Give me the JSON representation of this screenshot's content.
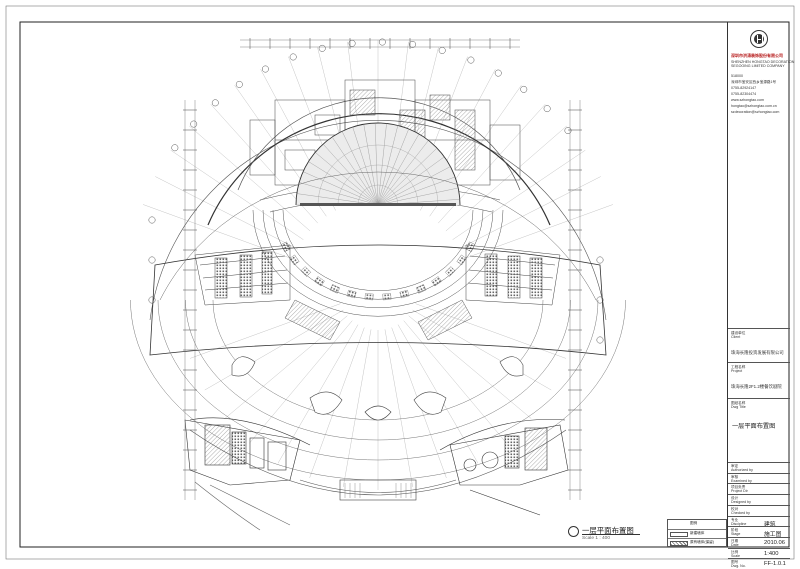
{
  "drawing": {
    "title": "一层平面布置图",
    "scale_label": "Scale 1 : 400"
  },
  "title_block": {
    "company_cn": "深圳市洪涛装饰股份有限公司",
    "company_en_1": "SHENZHEN HONGTAO DECORATION",
    "company_en_2": "SEGOOING LIMITED COMPANY",
    "contact_lines": [
      "518000",
      "深圳市宝安区西乡宝源路1号",
      "0755-82924147",
      "0755-82304474",
      "www.szhongtao.com",
      "hongtao@szhongtao.com.cn",
      "szdecoration@szhongtao.com"
    ],
    "client_label": "建设单位",
    "client_label_en": "Client",
    "client_value": "珠海长隆投资发展有限公司",
    "project_label": "工程名称",
    "project_label_en": "Project",
    "project_value": "珠海长隆2F1.2楼餐饮剧院",
    "drawing_title_label": "图纸名称",
    "drawing_title_label_en": "Dwg Title",
    "drawing_title_value": "一层平面布置图",
    "rows": [
      {
        "label": "审定",
        "label_en": "Authorized by",
        "value": ""
      },
      {
        "label": "审核",
        "label_en": "Examined by",
        "value": ""
      },
      {
        "label": "项目负责",
        "label_en": "Project Dir",
        "value": ""
      },
      {
        "label": "设计",
        "label_en": "Designed by",
        "value": ""
      },
      {
        "label": "校对",
        "label_en": "Checked by",
        "value": ""
      },
      {
        "label": "专业",
        "label_en": "Discipline",
        "value": "建筑"
      },
      {
        "label": "阶段",
        "label_en": "Stage",
        "value": "施工图"
      },
      {
        "label": "日期",
        "label_en": "Date",
        "value": "2010.06"
      },
      {
        "label": "比例",
        "label_en": "Scale",
        "value": "1:400"
      },
      {
        "label": "图号",
        "label_en": "Dwg. No.",
        "value": "FF-1.0.1"
      }
    ]
  },
  "legend": {
    "header": "图例",
    "items": [
      {
        "label": "新建墙体"
      },
      {
        "label": "原有墙体(保留)"
      }
    ]
  },
  "colors": {
    "line": "#444444",
    "light_line": "#9a9a9a",
    "hatch": "#8a8a8a",
    "accent": "#b71c1c"
  }
}
